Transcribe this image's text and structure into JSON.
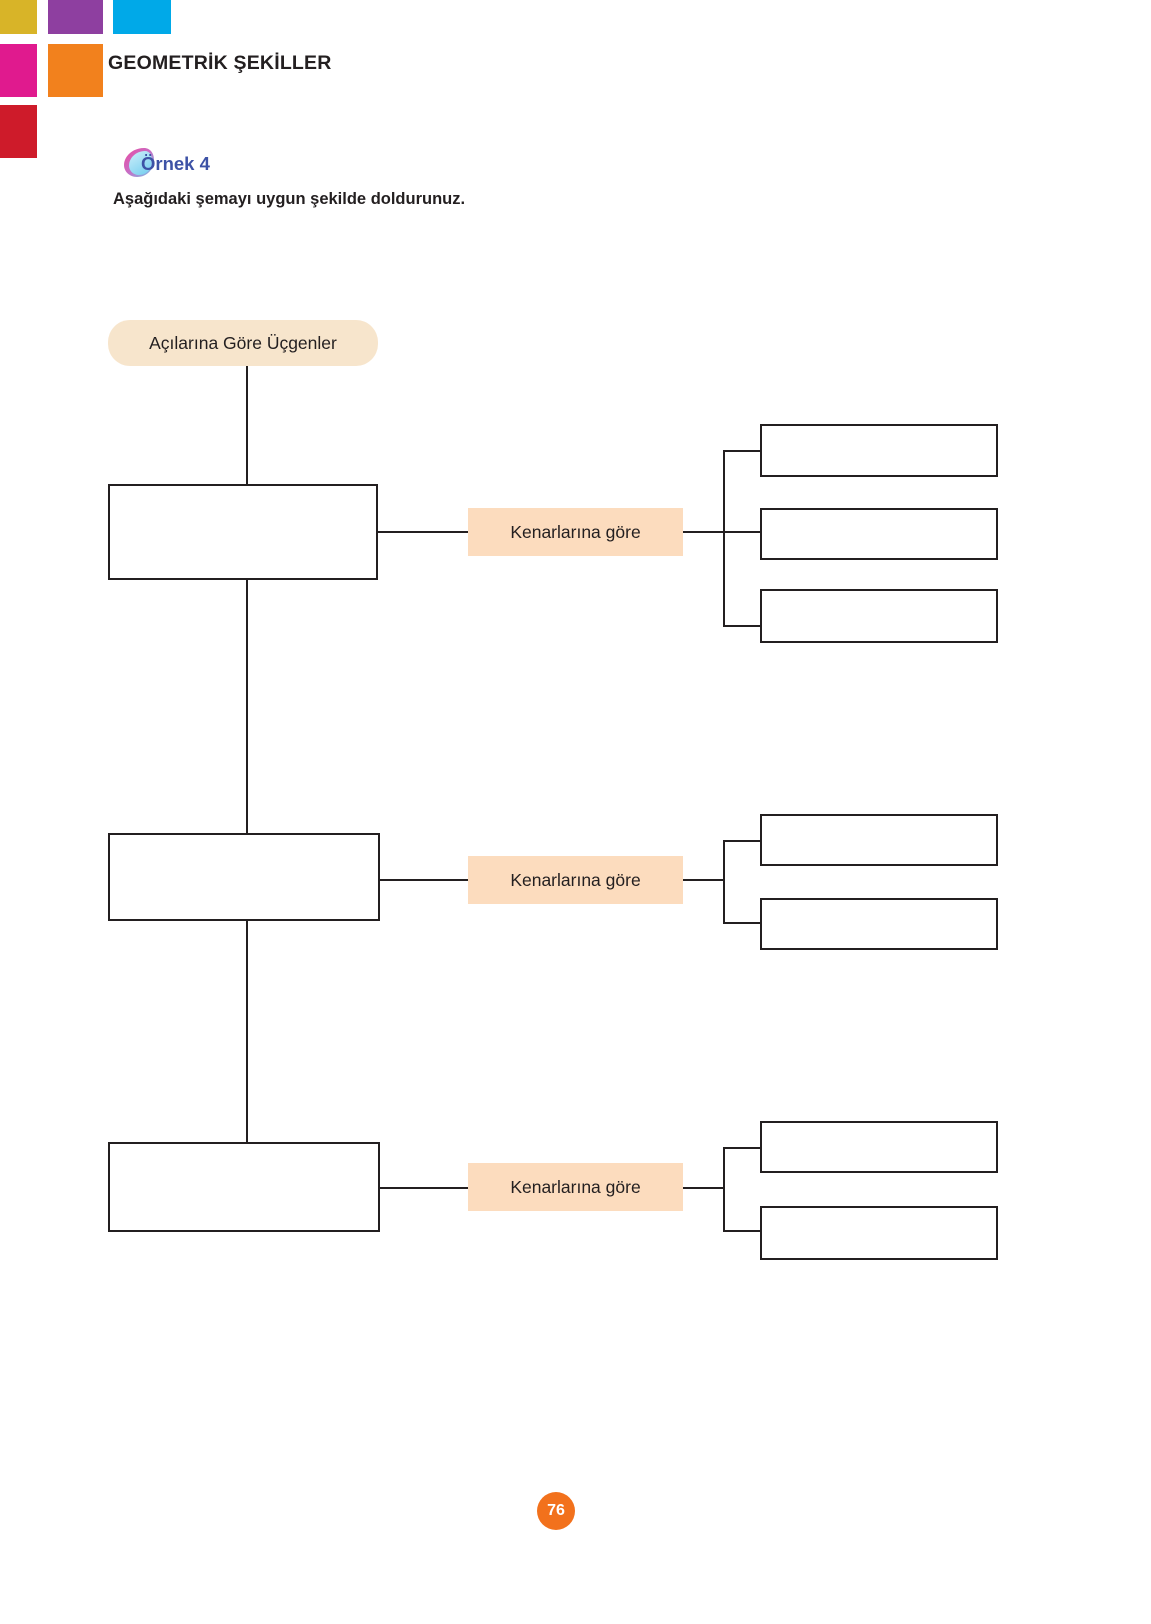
{
  "page": {
    "chapter_title": "GEOMETRİK ŞEKİLLER",
    "page_number": "76",
    "accent_colors": {
      "yellow": "#D8B428",
      "purple": "#8E3FA0",
      "cyan": "#00A9E8",
      "magenta": "#E01A8E",
      "orange": "#F2811D",
      "red": "#CE1B2A",
      "example_label": "#3D52A6",
      "node_root_fill": "#F7E5CC",
      "node_side_fill": "#FCDCBE",
      "page_number_fill": "#F2711C"
    }
  },
  "example": {
    "label": "Örnek 4",
    "instruction": "Aşağıdaki şemayı uygun şekilde doldurunuz.",
    "icon": "blob-icon"
  },
  "chart_data": {
    "type": "diagram",
    "title": "Açılarına Göre Üçgenler",
    "root": {
      "label": "Açılarına Göre Üçgenler",
      "filled": true
    },
    "branches": [
      {
        "left_blank": {
          "label": "",
          "filled": false
        },
        "middle": {
          "label": "Kenarlarına göre",
          "filled": true
        },
        "right_blanks": [
          {
            "label": "",
            "filled": false
          },
          {
            "label": "",
            "filled": false
          },
          {
            "label": "",
            "filled": false
          }
        ]
      },
      {
        "left_blank": {
          "label": "",
          "filled": false
        },
        "middle": {
          "label": "Kenarlarına göre",
          "filled": true
        },
        "right_blanks": [
          {
            "label": "",
            "filled": false
          },
          {
            "label": "",
            "filled": false
          }
        ]
      },
      {
        "left_blank": {
          "label": "",
          "filled": false
        },
        "middle": {
          "label": "Kenarlarına göre",
          "filled": true
        },
        "right_blanks": [
          {
            "label": "",
            "filled": false
          },
          {
            "label": "",
            "filled": false
          }
        ]
      }
    ]
  }
}
